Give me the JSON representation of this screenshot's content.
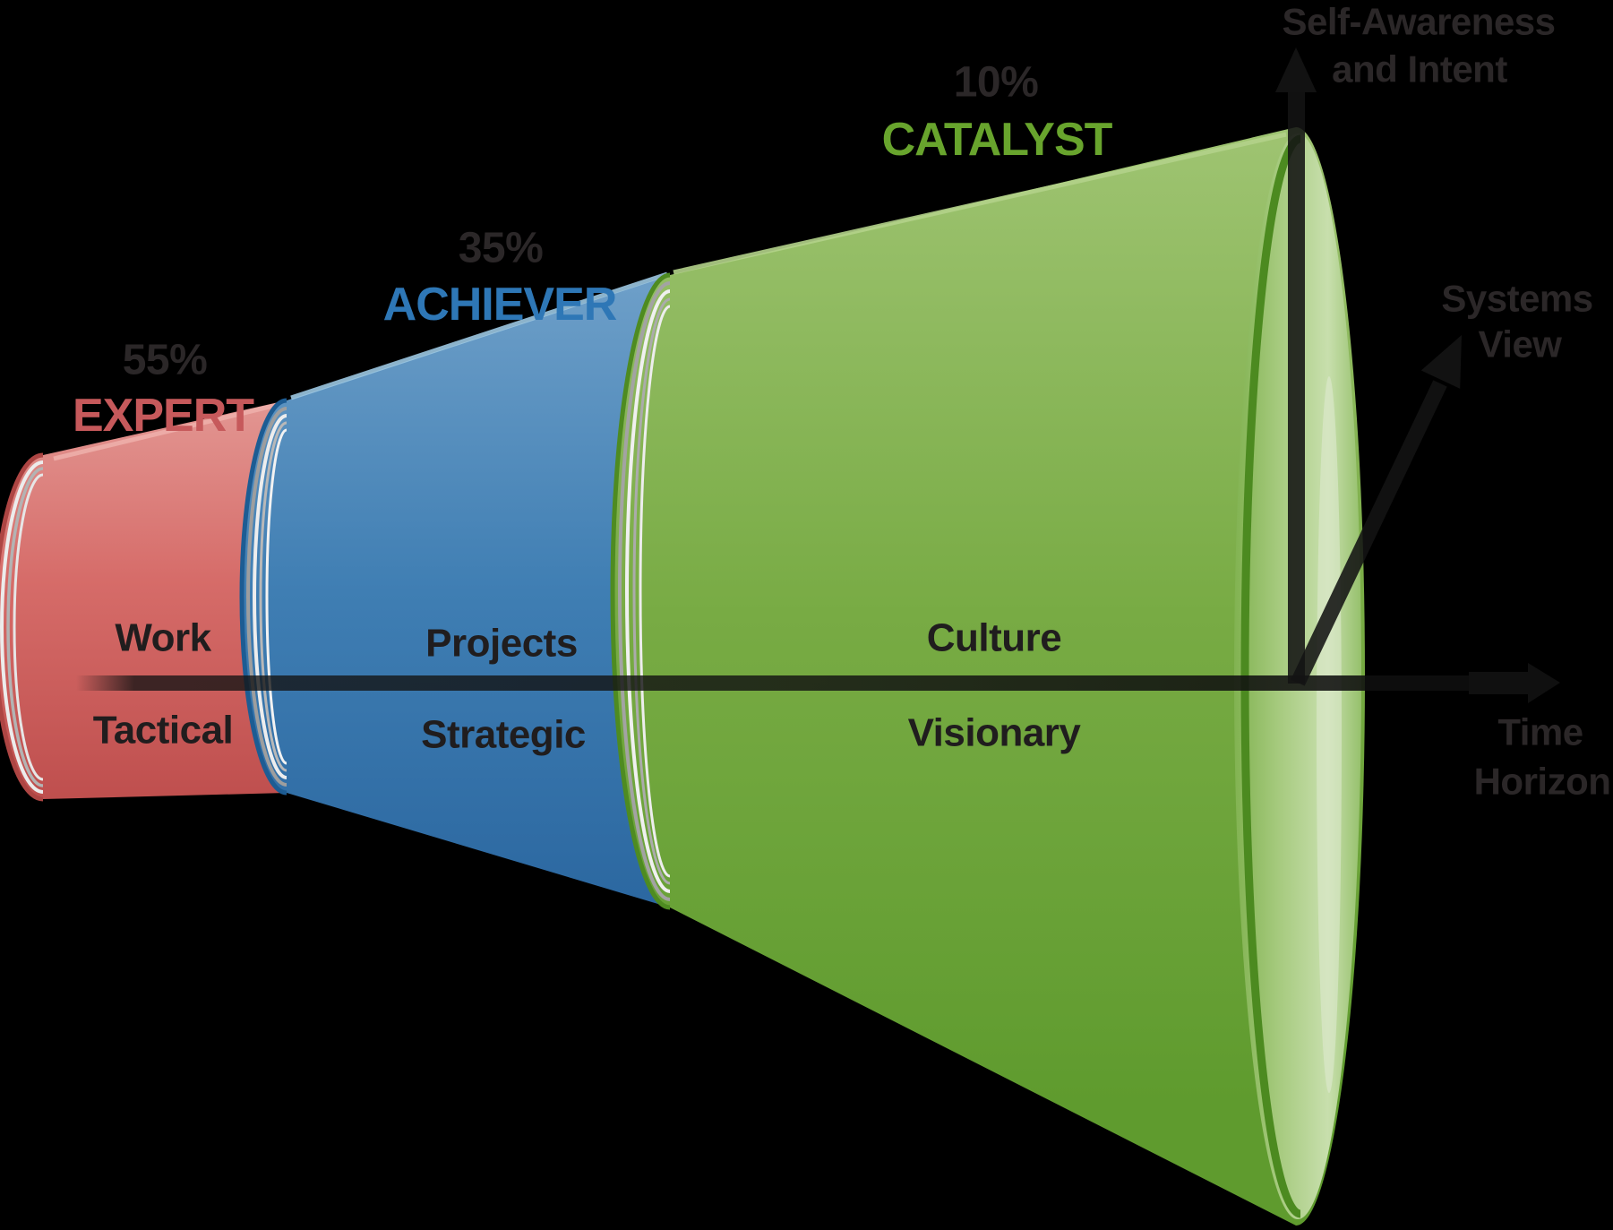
{
  "stages": [
    {
      "percent": "55%",
      "name": "EXPERT",
      "color": "#C6595B",
      "zone_upper": "Work",
      "zone_lower": "Tactical"
    },
    {
      "percent": "35%",
      "name": "ACHIEVER",
      "color": "#2E77B6",
      "zone_upper": "Projects",
      "zone_lower": "Strategic"
    },
    {
      "percent": "10%",
      "name": "CATALYST",
      "color": "#68A42D",
      "zone_upper": "Culture",
      "zone_lower": "Visionary"
    }
  ],
  "axes": {
    "vertical": {
      "line1": "Self-Awareness",
      "line2": "and Intent"
    },
    "diagonal": {
      "line1": "Systems",
      "line2": "View"
    },
    "horizontal": {
      "line1": "Time",
      "line2": "Horizon"
    }
  },
  "colors": {
    "background": "#000000",
    "label_gray": "#2B2728",
    "inner_label": "#201D1E",
    "expert_red": "#C6595B",
    "achiever_blue": "#2E77B6",
    "catalyst_green": "#68A42D",
    "arrow": "#131313",
    "ring_white": "#EDEDED",
    "ring_gray": "#A8A8A8"
  }
}
